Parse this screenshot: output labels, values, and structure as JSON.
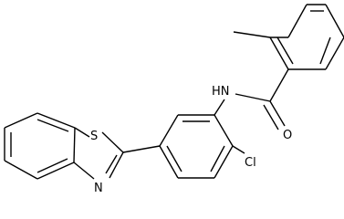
{
  "molecule": {
    "atom_labels": {
      "nh": "HN",
      "o": "O",
      "s": "S",
      "n": "N",
      "cl": "Cl"
    },
    "line_color": "#000000",
    "background": "#ffffff"
  }
}
